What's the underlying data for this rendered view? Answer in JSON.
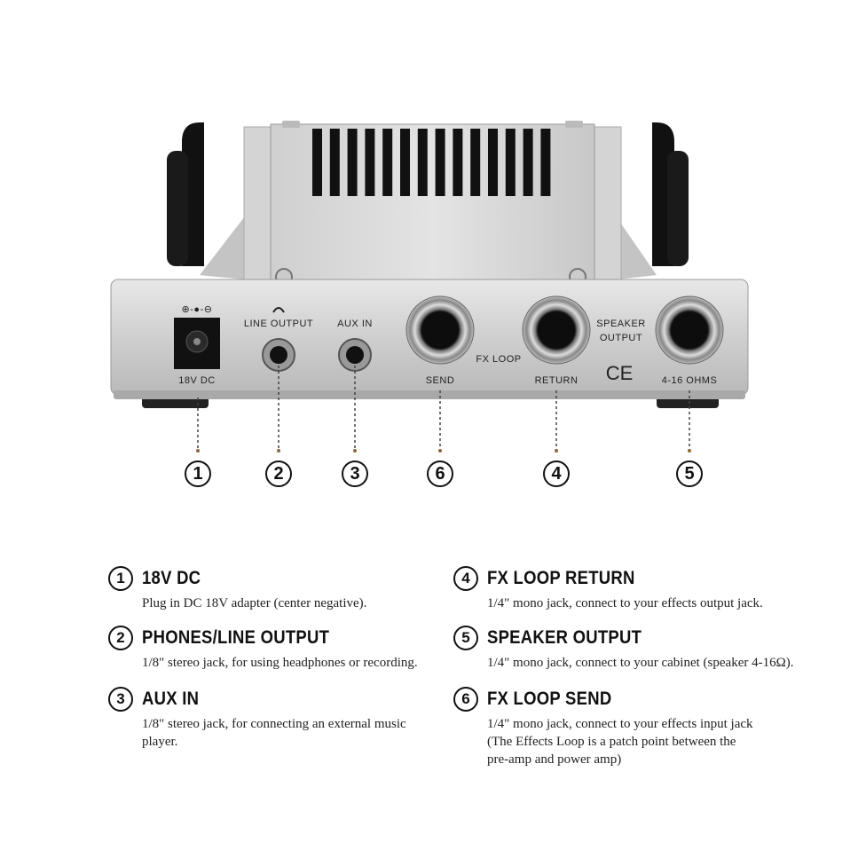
{
  "panel_labels": {
    "dc": "18V DC",
    "line_output": "LINE OUTPUT",
    "aux_in": "AUX IN",
    "fx_loop": "FX LOOP",
    "send": "SEND",
    "return": "RETURN",
    "speaker_line1": "SPEAKER",
    "speaker_line2": "OUTPUT",
    "ohms": "4-16 OHMS",
    "ce": "CE"
  },
  "callouts": [
    "1",
    "2",
    "3",
    "6",
    "4",
    "5"
  ],
  "legend": [
    {
      "num": "1",
      "title": "18V DC",
      "desc": "Plug in DC 18V adapter (center negative)."
    },
    {
      "num": "2",
      "title": "PHONES/LINE OUTPUT",
      "desc": "1/8\" stereo jack, for using headphones or recording."
    },
    {
      "num": "3",
      "title": "AUX IN",
      "desc": "1/8\" stereo jack, for connecting an external music\nplayer."
    },
    {
      "num": "4",
      "title": "FX LOOP RETURN",
      "desc": "1/4\" mono jack, connect to your effects output jack."
    },
    {
      "num": "5",
      "title": "SPEAKER OUTPUT",
      "desc": "1/4\" mono jack, connect to your cabinet (speaker 4-16Ω)."
    },
    {
      "num": "6",
      "title": "FX LOOP SEND",
      "desc": "1/4\" mono jack, connect to your effects input jack\n(The Effects Loop is a patch point between the\npre-amp and power amp)"
    }
  ]
}
